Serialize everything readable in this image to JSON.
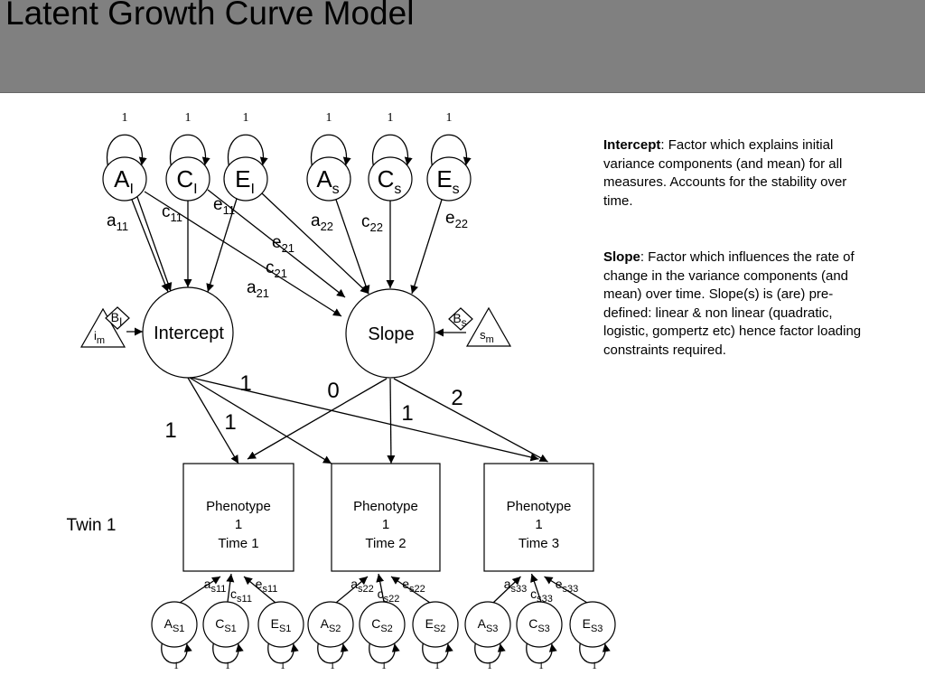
{
  "title": "Latent Growth Curve Model",
  "descriptions": {
    "intercept": {
      "term": "Intercept",
      "text": ": Factor which explains initial variance components (and mean) for all measures. Accounts for the stability over time."
    },
    "slope": {
      "term": "Slope",
      "text": ": Factor which influences the rate of change in the variance components (and mean) over time. Slope(s) is (are) pre-defined: linear & non linear (quadratic, logistic, gompertz etc) hence factor loading constraints required."
    }
  },
  "variance_label": "1",
  "latent_factors": [
    {
      "base": "A",
      "sub": "I"
    },
    {
      "base": "C",
      "sub": "I"
    },
    {
      "base": "E",
      "sub": "I"
    },
    {
      "base": "A",
      "sub": "s"
    },
    {
      "base": "C",
      "sub": "s"
    },
    {
      "base": "E",
      "sub": "s"
    }
  ],
  "factor_paths": [
    {
      "base": "a",
      "sub": "11"
    },
    {
      "base": "c",
      "sub": "11"
    },
    {
      "base": "e",
      "sub": "11"
    },
    {
      "base": "e",
      "sub": "21"
    },
    {
      "base": "c",
      "sub": "21"
    },
    {
      "base": "a",
      "sub": "21"
    },
    {
      "base": "a",
      "sub": "22"
    },
    {
      "base": "c",
      "sub": "22"
    },
    {
      "base": "e",
      "sub": "22"
    }
  ],
  "growth_factors": {
    "intercept": "Intercept",
    "slope": "Slope"
  },
  "means": {
    "intercept_mean": {
      "base": "i",
      "sub": "m"
    },
    "slope_mean": {
      "base": "s",
      "sub": "m"
    },
    "intercept_beta": {
      "base": "B",
      "sub": "I"
    },
    "slope_beta": {
      "base": "B",
      "sub": "s"
    }
  },
  "loadings": {
    "intercept": [
      "1",
      "1",
      "1"
    ],
    "slope": [
      "0",
      "1",
      "2"
    ]
  },
  "twin_label": "Twin 1",
  "phenotypes": [
    {
      "line1": "Phenotype",
      "line2": "1",
      "line3": "Time 1"
    },
    {
      "line1": "Phenotype",
      "line2": "1",
      "line3": "Time 2"
    },
    {
      "line1": "Phenotype",
      "line2": "1",
      "line3": "Time 3"
    }
  ],
  "residual_factors": [
    {
      "base": "A",
      "sub": "S1"
    },
    {
      "base": "C",
      "sub": "S1"
    },
    {
      "base": "E",
      "sub": "S1"
    },
    {
      "base": "A",
      "sub": "S2"
    },
    {
      "base": "C",
      "sub": "S2"
    },
    {
      "base": "E",
      "sub": "S2"
    },
    {
      "base": "A",
      "sub": "S3"
    },
    {
      "base": "C",
      "sub": "S3"
    },
    {
      "base": "E",
      "sub": "S3"
    }
  ],
  "residual_paths": [
    {
      "base": "a",
      "sub": "s11"
    },
    {
      "base": "c",
      "sub": "s11"
    },
    {
      "base": "e",
      "sub": "s11"
    },
    {
      "base": "a",
      "sub": "s22"
    },
    {
      "base": "c",
      "sub": "s22"
    },
    {
      "base": "e",
      "sub": "s22"
    },
    {
      "base": "a",
      "sub": "s33"
    },
    {
      "base": "c",
      "sub": "s33"
    },
    {
      "base": "e",
      "sub": "s33"
    }
  ]
}
